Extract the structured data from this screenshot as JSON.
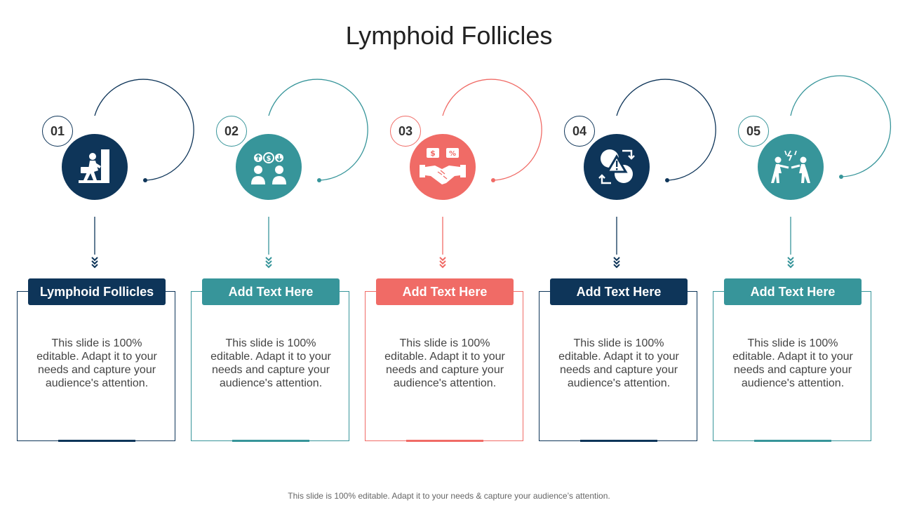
{
  "title": "Lymphoid Follicles",
  "footer": "This slide is 100% editable. Adapt it to your needs & capture your audience’s attention.",
  "items": [
    {
      "num": "01",
      "label": "Lymphoid Follicles",
      "desc": "This slide is 100% editable. Adapt it to your needs and capture your audience's attention.",
      "color": "#0e3559",
      "icon": "person-with-bag-at-door-icon"
    },
    {
      "num": "02",
      "label": "Add Text Here",
      "desc": "This slide is 100% editable. Adapt it to your needs and capture your audience's attention.",
      "color": "#37959a",
      "icon": "people-exchange-money-icon"
    },
    {
      "num": "03",
      "label": "Add Text Here",
      "desc": "This slide is 100% editable. Adapt it to your needs and capture your audience's attention.",
      "color": "#f06b66",
      "icon": "handshake-deal-icon"
    },
    {
      "num": "04",
      "label": "Add Text Here",
      "desc": "This slide is 100% editable. Adapt it to your needs and capture your audience's attention.",
      "color": "#0e3559",
      "icon": "risk-cycle-warning-icon"
    },
    {
      "num": "05",
      "label": "Add Text Here",
      "desc": "This slide is 100% editable. Adapt it to your needs and capture your audience's attention.",
      "color": "#37959a",
      "icon": "people-conflict-icon"
    }
  ]
}
